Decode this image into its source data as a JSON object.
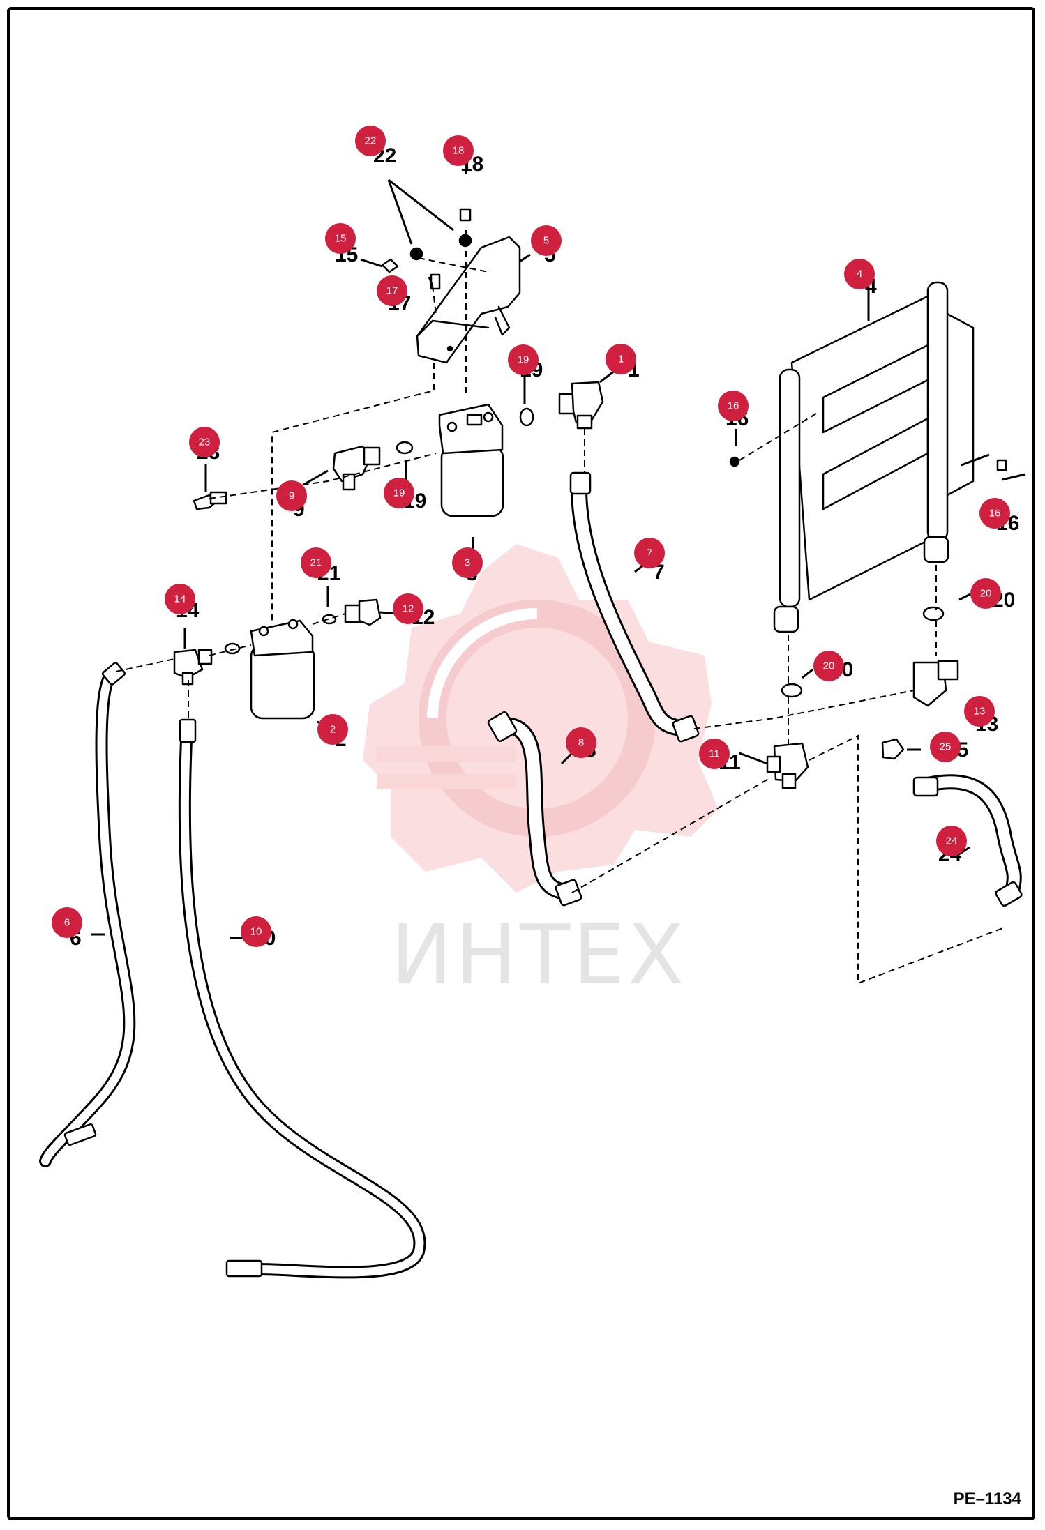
{
  "diagram": {
    "drawing_id": "PE–1134",
    "watermark_text": "ИНТЕХ",
    "callout_color": "#d0203f",
    "watermark_color": "#f6c6c8",
    "callouts": [
      {
        "id": "1"
      },
      {
        "id": "2"
      },
      {
        "id": "3"
      },
      {
        "id": "4"
      },
      {
        "id": "5"
      },
      {
        "id": "6"
      },
      {
        "id": "7"
      },
      {
        "id": "8"
      },
      {
        "id": "9"
      },
      {
        "id": "10"
      },
      {
        "id": "11"
      },
      {
        "id": "12"
      },
      {
        "id": "13"
      },
      {
        "id": "14"
      },
      {
        "id": "15"
      },
      {
        "id": "16"
      },
      {
        "id": "16"
      },
      {
        "id": "17"
      },
      {
        "id": "18"
      },
      {
        "id": "19"
      },
      {
        "id": "19"
      },
      {
        "id": "20"
      },
      {
        "id": "20"
      },
      {
        "id": "21"
      },
      {
        "id": "22"
      },
      {
        "id": "23"
      },
      {
        "id": "24"
      },
      {
        "id": "25"
      }
    ]
  }
}
